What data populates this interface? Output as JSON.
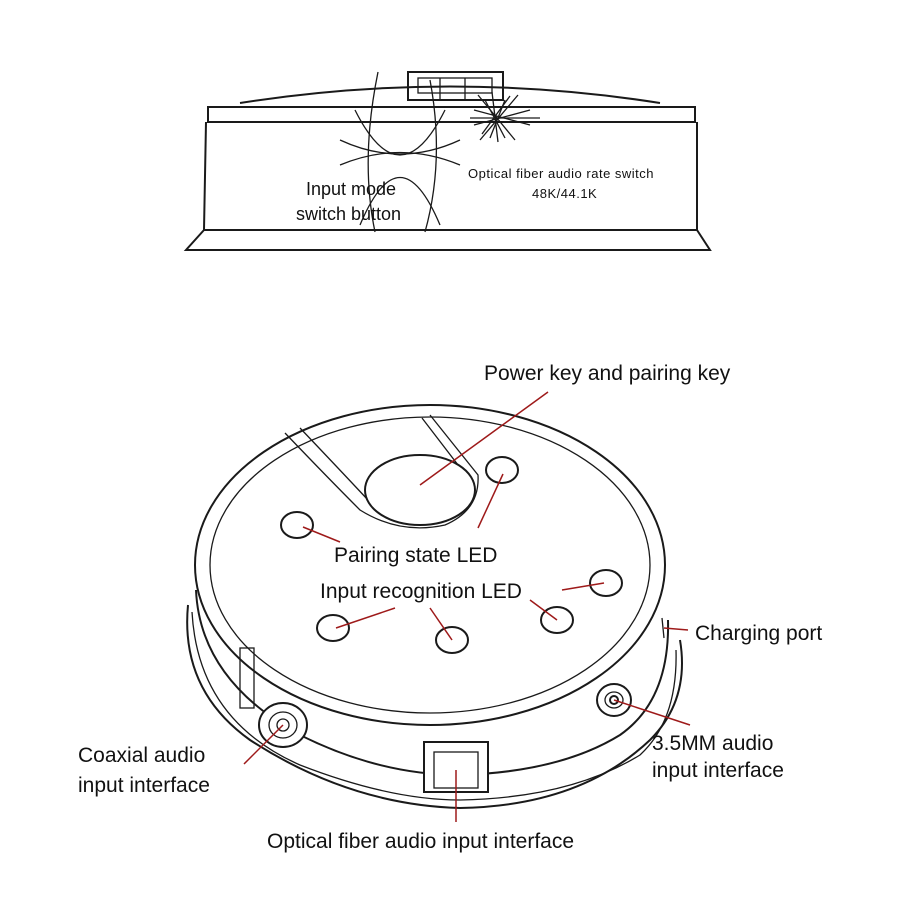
{
  "top_view": {
    "input_mode_label_line1": "Input mode",
    "input_mode_label_line2": "switch button",
    "rate_switch_label": "Optical fiber audio rate switch",
    "rate_switch_values": "48K/44.1K"
  },
  "bottom_view": {
    "power_key_label": "Power key and pairing key",
    "pairing_led_label": "Pairing state LED",
    "input_led_label": "Input recognition LED",
    "charging_port_label": "Charging port",
    "audio_35_label_line1": "3.5MM audio",
    "audio_35_label_line2": "input interface",
    "coaxial_label_line1": "Coaxial audio",
    "coaxial_label_line2": "input interface",
    "optical_label": "Optical fiber audio input interface"
  },
  "colors": {
    "ink": "#1a1a1a",
    "leader": "#9e1a1a",
    "background": "#ffffff"
  }
}
